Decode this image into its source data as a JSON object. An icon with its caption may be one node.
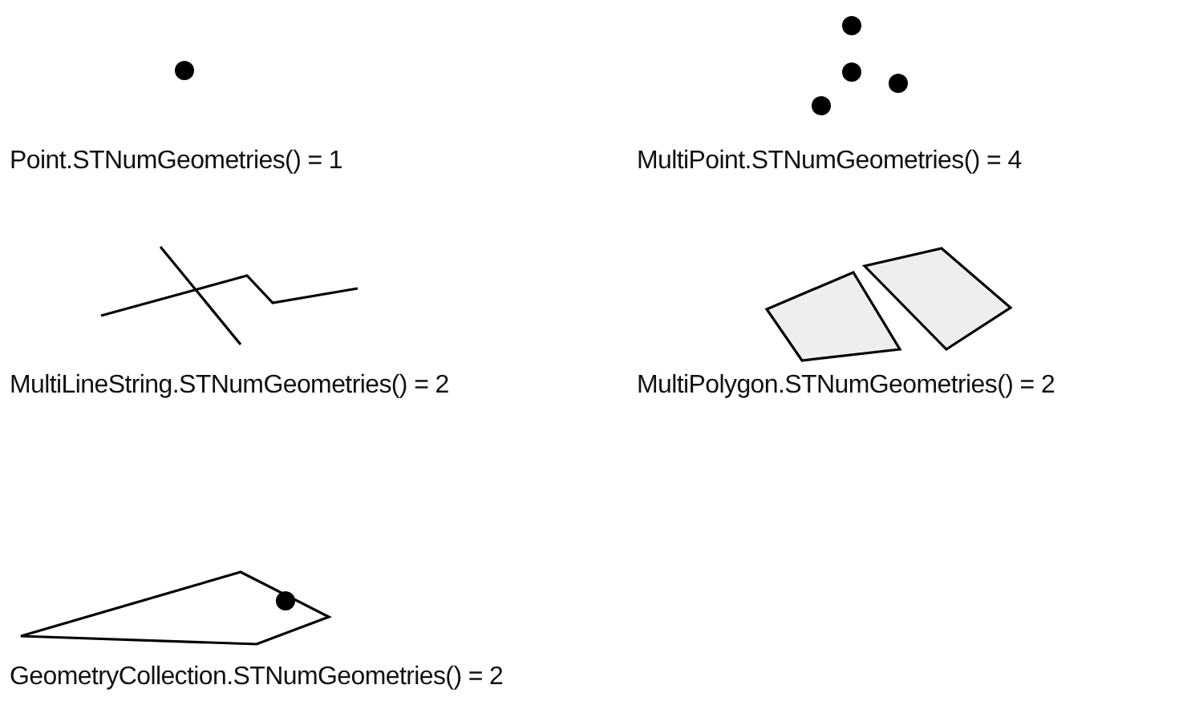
{
  "diagram": {
    "labels": [
      "Point.STNumGeometries() = 1",
      "MultiPoint.STNumGeometries() = 4",
      "MultiLineString.STNumGeometries() = 2",
      "MultiPolygon.STNumGeometries() = 2",
      "GeometryCollection.STNumGeometries() = 2"
    ]
  }
}
